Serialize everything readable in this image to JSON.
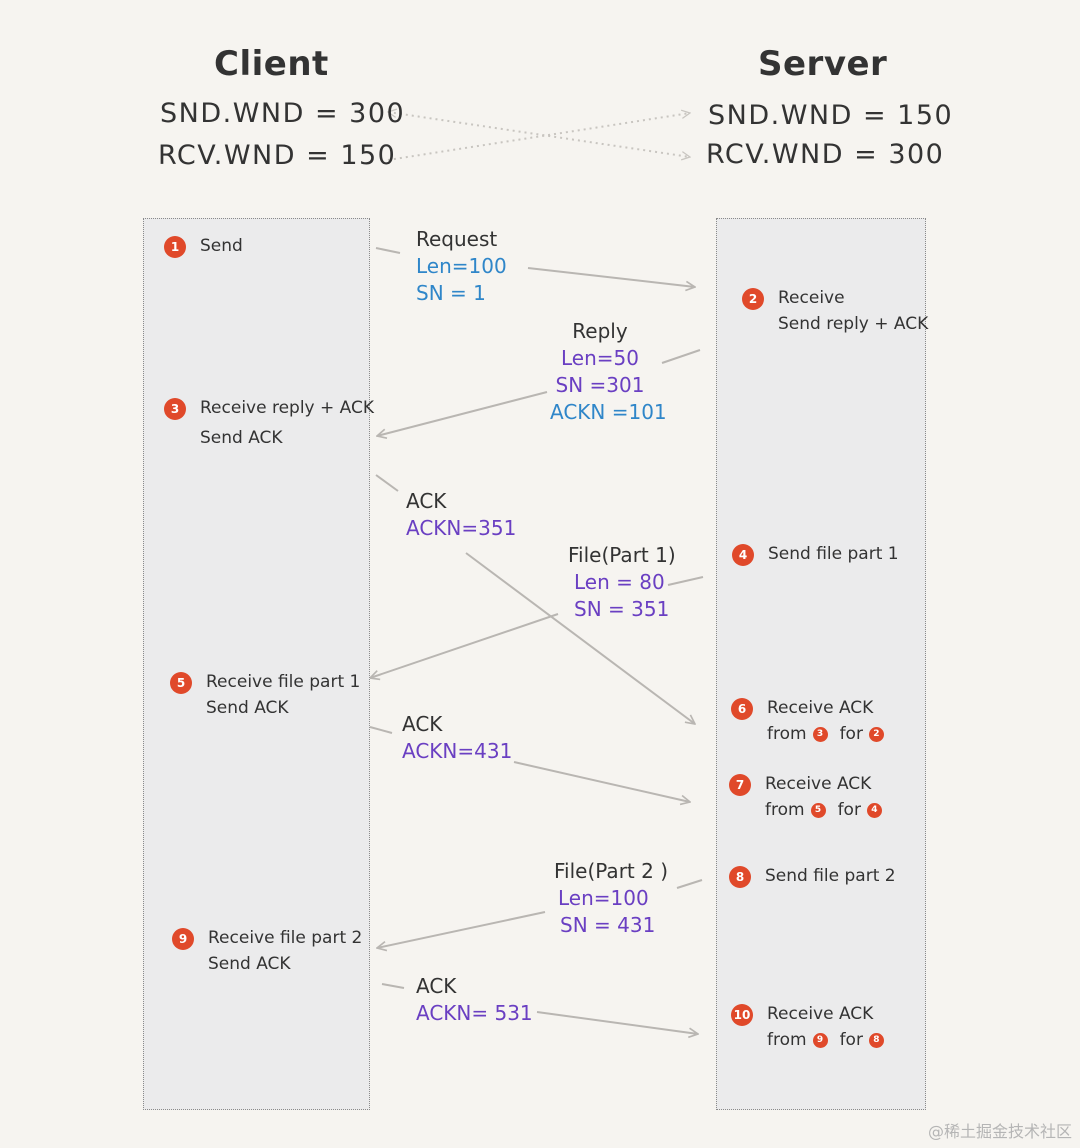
{
  "headers": {
    "client": "Client",
    "server": "Server"
  },
  "windows": {
    "client_snd": "SND.WND = 300",
    "client_rcv": "RCV.WND = 150",
    "server_snd": "SND.WND = 150",
    "server_rcv": "RCV.WND = 300"
  },
  "steps": {
    "s1": {
      "num": "1",
      "line1": "Send"
    },
    "s2": {
      "num": "2",
      "line1": "Receive",
      "line2": "Send reply + ACK"
    },
    "s3": {
      "num": "3",
      "line1": "Receive reply + ACK",
      "line2": "Send ACK"
    },
    "s4": {
      "num": "4",
      "line1": "Send file part 1"
    },
    "s5": {
      "num": "5",
      "line1": "Receive file part 1",
      "line2": "Send ACK"
    },
    "s6": {
      "num": "6",
      "line1": "Receive ACK",
      "from_word": "from",
      "from_num": "3",
      "for_word": "for",
      "for_num": "2"
    },
    "s7": {
      "num": "7",
      "line1": "Receive ACK",
      "from_word": "from",
      "from_num": "5",
      "for_word": "for",
      "for_num": "4"
    },
    "s8": {
      "num": "8",
      "line1": "Send file part 2"
    },
    "s9": {
      "num": "9",
      "line1": "Receive file part 2",
      "line2": "Send ACK"
    },
    "s10": {
      "num": "10",
      "line1": "Receive ACK",
      "from_word": "from",
      "from_num": "9",
      "for_word": "for",
      "for_num": "8"
    }
  },
  "messages": {
    "request": {
      "name": "Request",
      "len": "Len=100",
      "sn": "SN = 1"
    },
    "reply": {
      "name": "Reply",
      "len": "Len=50",
      "sn": "SN =301",
      "ackn": "ACKN =101"
    },
    "ack1": {
      "name": "ACK",
      "ackn": "ACKN=351"
    },
    "file1": {
      "name": "File(Part 1)",
      "len": "Len = 80",
      "sn": "SN = 351"
    },
    "ack2": {
      "name": "ACK",
      "ackn": "ACKN=431"
    },
    "file2": {
      "name": "File(Part 2 )",
      "len": "Len=100",
      "sn": "SN = 431"
    },
    "ack3": {
      "name": "ACK",
      "ackn": "ACKN= 531"
    }
  },
  "colors": {
    "badge": "#e0492a",
    "blue_text": "#2f86c9",
    "purple_text": "#6a3fc2",
    "arrow": "#b9b6b2",
    "lane": "#ebebec",
    "background": "#f6f4f0"
  },
  "watermark": "@稀土掘金技术社区"
}
